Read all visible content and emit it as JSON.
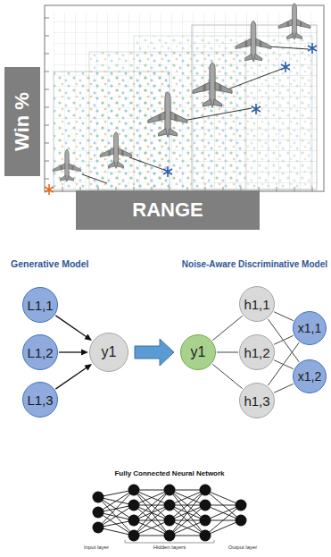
{
  "diagram": {
    "nodes": [
      {
        "text": [
          "Win %"
        ]
      },
      {
        "text": [
          "RANGE"
        ]
      },
      {
        "text": [
          "L1,1"
        ]
      },
      {
        "text": [
          "L1,2"
        ]
      },
      {
        "text": [
          "L1,3"
        ]
      },
      {
        "text": [
          "y1"
        ]
      },
      {
        "text": [
          "y1"
        ]
      },
      {
        "text": [
          "h1,1"
        ]
      },
      {
        "text": [
          "h1,2"
        ]
      },
      {
        "text": [
          "h1,3"
        ]
      },
      {
        "text": [
          "x1,1"
        ]
      },
      {
        "text": [
          "x1,2"
        ]
      }
    ],
    "edges": [
      {
        "from": 2,
        "to": 5,
        "arrow": "to"
      },
      {
        "from": 3,
        "to": 5,
        "arrow": "to"
      },
      {
        "from": 4,
        "to": 5,
        "arrow": "to"
      },
      {
        "from": 5,
        "to": 6,
        "arrow": "to"
      },
      {
        "from": 6,
        "to": 7,
        "arrow": "none"
      },
      {
        "from": 6,
        "to": 8,
        "arrow": "none"
      },
      {
        "from": 6,
        "to": 9,
        "arrow": "none"
      },
      {
        "from": 7,
        "to": 10,
        "arrow": "none"
      },
      {
        "from": 7,
        "to": 11,
        "arrow": "none"
      },
      {
        "from": 8,
        "to": 10,
        "arrow": "none"
      },
      {
        "from": 8,
        "to": 11,
        "arrow": "none"
      },
      {
        "from": 9,
        "to": 10,
        "arrow": "none"
      },
      {
        "from": 9,
        "to": 11,
        "arrow": "none"
      }
    ],
    "labels": [
      "Generative Model",
      "Noise-Aware Discriminative Model",
      "Fully Connected Neural Network",
      "Input layer",
      "Hidden layers",
      "Output layer"
    ]
  }
}
